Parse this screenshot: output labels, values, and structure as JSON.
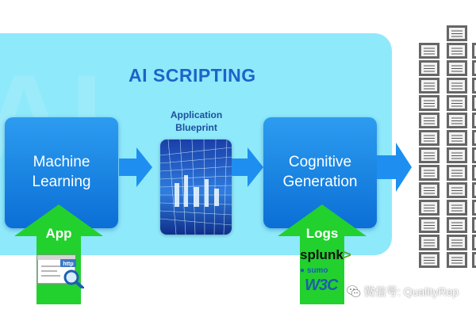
{
  "diagram": {
    "title": "AI SCRIPTING",
    "watermark": "AI",
    "boxes": {
      "machine_learning": "Machine\nLearning",
      "cognitive_generation": "Cognitive\nGeneration"
    },
    "blueprint_label": "Application\nBlueprint",
    "inputs": {
      "app_label": "App",
      "logs_label": "Logs",
      "http_badge": "http",
      "log_sources": {
        "splunk": "splunk",
        "sumo": "sumo",
        "w3c": "W3C"
      }
    },
    "output": {
      "columns": 3
    }
  },
  "watermark_text": "微信号: QualityRep",
  "colors": {
    "panel": "#8ee9fb",
    "box": "#1a86e6",
    "arrow_blue": "#1e8ff0",
    "arrow_green": "#22d12e",
    "title": "#1d63c8",
    "log_block": "#666666"
  },
  "icons": [
    "screen-magnifier-icon",
    "wechat-icon",
    "log-document-icon"
  ]
}
